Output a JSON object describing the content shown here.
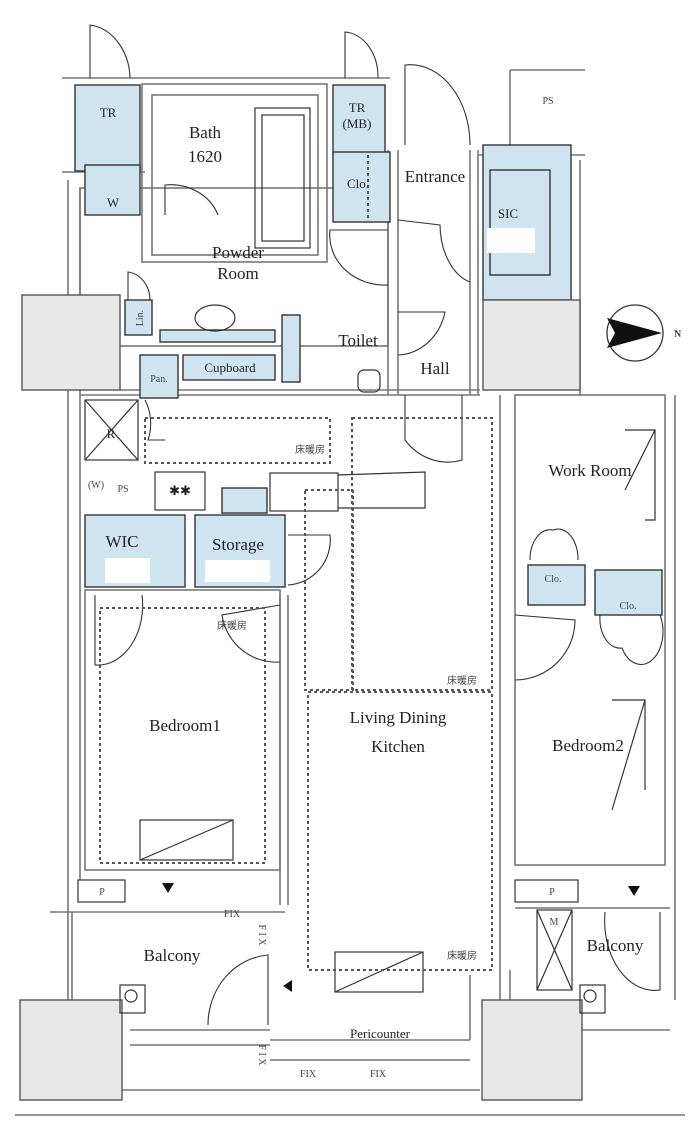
{
  "floor_plan": {
    "rooms": {
      "tr": "TR",
      "tr_mb_1": "TR",
      "tr_mb_2": "(MB)",
      "bath": "Bath",
      "bath_size": "1620",
      "ps_top": "PS",
      "closet_entrance": "Clo.",
      "entrance": "Entrance",
      "sic": "SIC",
      "washer": "W",
      "powder_room_1": "Powder",
      "powder_room_2": "Room",
      "linen": "Lin.",
      "toilet": "Toilet",
      "cupboard": "Cupboard",
      "pantry": "Pan.",
      "hall": "Hall",
      "refrigerator": "R",
      "washer_small": "(W)",
      "ps_kitchen": "PS",
      "wic": "WIC",
      "storage": "Storage",
      "work_room": "Work Room",
      "closet_work_1": "Clo.",
      "closet_work_2": "Clo.",
      "bedroom1": "Bedroom1",
      "ldk_1": "Living Dining",
      "ldk_2": "Kitchen",
      "bedroom2": "Bedroom2",
      "p_left": "P",
      "p_right": "P",
      "balcony_left": "Balcony",
      "balcony_right": "Balcony",
      "meter": "M",
      "pericounter": "Pericounter"
    },
    "floor_heating": [
      "床暖房",
      "床暖房",
      "床暖房",
      "床暖房"
    ],
    "fix_labels": [
      "FIX",
      "FIX",
      "FIX",
      "F I X",
      "F I X"
    ],
    "compass": "N",
    "colors": {
      "storage_fill": "#cfe4f1",
      "shaft_fill": "#e8e8e8"
    }
  }
}
